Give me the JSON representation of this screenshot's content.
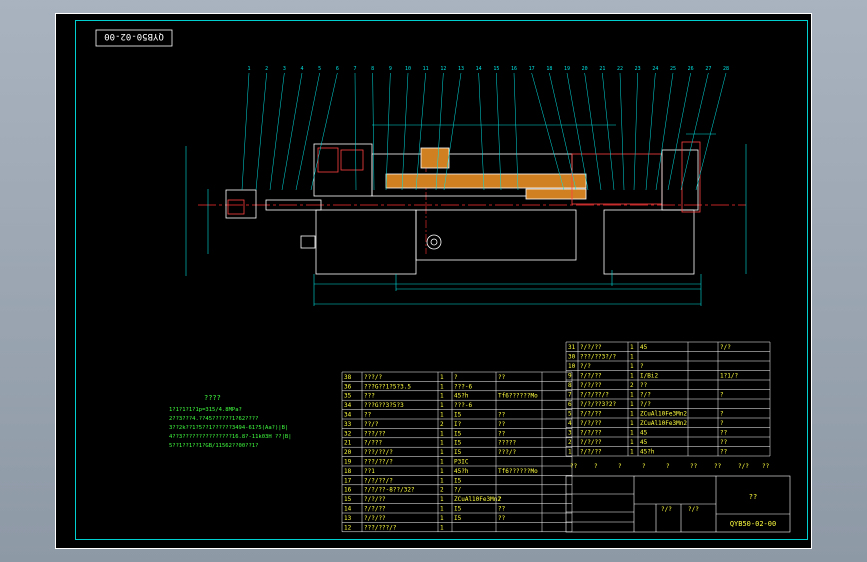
{
  "drawing_code_stamp": "QYB50-02-00",
  "balloons": [
    "1",
    "2",
    "3",
    "4",
    "5",
    "6",
    "7",
    "8",
    "9",
    "10",
    "11",
    "12",
    "13",
    "14",
    "15",
    "16",
    "17",
    "18",
    "19",
    "20",
    "21",
    "22",
    "23",
    "24",
    "25",
    "26",
    "27",
    "28"
  ],
  "tech_req": {
    "title": "????",
    "lines": [
      "1?1?1?1?1p=315/4.8MPa?",
      "2??3???4.??45??????1?62????",
      "3??2k??1?5??1??????3494-61?5(Aa?)|B|",
      "4??3???????????????16.8?-11k03H ??|B|",
      "5??1??1??1?GB/11562??00??1?"
    ]
  },
  "bom_left": [
    [
      "38",
      "???/?",
      "1",
      "?",
      "??",
      ""
    ],
    [
      "36",
      "???G??1?5?3.5",
      "1",
      "???-6",
      "",
      ""
    ],
    [
      "35",
      "???",
      "1",
      "45?h",
      "Tf6??????Mo",
      ""
    ],
    [
      "34",
      "???G??3?5?3",
      "1",
      "???-6",
      "",
      ""
    ],
    [
      "34",
      "??",
      "1",
      "I5",
      "??",
      ""
    ],
    [
      "33",
      "??/?",
      "2",
      "I?",
      "??",
      ""
    ],
    [
      "32",
      "???/??",
      "1",
      "I5",
      "??",
      ""
    ],
    [
      "21",
      "?/???",
      "1",
      "I5",
      "?????",
      ""
    ],
    [
      "20",
      "???/??/?",
      "1",
      "I5",
      "???/?",
      ""
    ],
    [
      "19",
      "???/??/?",
      "1",
      "P3IC",
      "",
      ""
    ],
    [
      "18",
      "??1",
      "1",
      "45?h",
      "Tf6??????Mo",
      ""
    ],
    [
      "17",
      "?/?/??/?",
      "1",
      "I5",
      "",
      ""
    ],
    [
      "16",
      "?/?/??-8??/32?",
      "2",
      "?/",
      "",
      ""
    ],
    [
      "15",
      "?/?/??",
      "1",
      "ZCuAl10Fe3Mn2",
      "?",
      ""
    ],
    [
      "14",
      "?/?/??",
      "1",
      "I5",
      "??",
      ""
    ],
    [
      "13",
      "?/?/??",
      "1",
      "I5",
      "??",
      ""
    ],
    [
      "12",
      "???/???/?",
      "1",
      "",
      "",
      ""
    ]
  ],
  "bom_right": [
    [
      "31",
      "?/?/??",
      "1",
      "45",
      "",
      "?/?"
    ],
    [
      "30",
      "???/??3?/?",
      "1",
      "",
      "",
      ""
    ],
    [
      "10",
      "?/?",
      "1",
      "?",
      "",
      ""
    ],
    [
      "9",
      "?/?/??",
      "1",
      "I/Bi2",
      "",
      "1?1/?"
    ],
    [
      "8",
      "?/?/??",
      "2",
      "??",
      "",
      ""
    ],
    [
      "7",
      "?/?/??/?",
      "1",
      "?/?",
      "",
      "?"
    ],
    [
      "6",
      "?/?/??3?2?",
      "1",
      "?/?",
      "",
      ""
    ],
    [
      "5",
      "?/?/??",
      "1",
      "ZCuAl10Fe3Mn2",
      "",
      "?"
    ],
    [
      "4",
      "?/?/??",
      "1",
      "ZCuAl10Fe3Mn2",
      "",
      "?"
    ],
    [
      "3",
      "?/?/??",
      "1",
      "45",
      "",
      "??"
    ],
    [
      "2",
      "?/?/??",
      "1",
      "45",
      "",
      "??"
    ],
    [
      "1",
      "?/?/??",
      "1",
      "45?h",
      "",
      "??"
    ]
  ],
  "bom_header": [
    "??",
    "?",
    "?",
    "?",
    "?",
    "??",
    "??",
    "?/?",
    "??"
  ],
  "title_block": {
    "name": "??",
    "drawing_no": "QYB50-02-00",
    "scale_label": "?/?",
    "sheet_label": "?/?"
  }
}
